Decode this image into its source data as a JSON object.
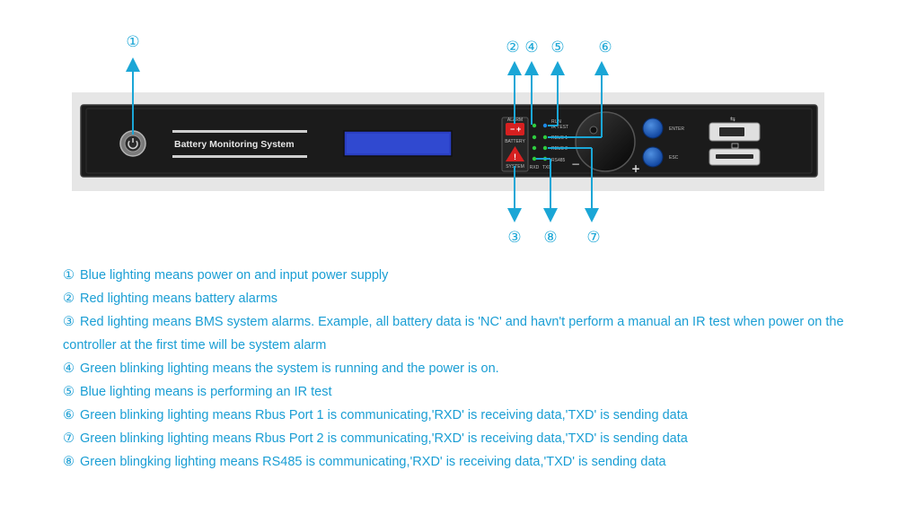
{
  "panel": {
    "title": "Battery Monitoring System",
    "alarm_label": "ALARM",
    "battery_label": "BATTERY",
    "system_label": "SYSTEM",
    "enter_label": "ENTER",
    "esc_label": "ESC",
    "rxd_label": "RXD",
    "txd_label": "TXD",
    "led_labels": [
      "RUN",
      "IR TEST",
      "RBUS 1",
      "RBUS 2",
      "RS485"
    ]
  },
  "callouts": [
    "①",
    "②",
    "④",
    "⑤",
    "⑥",
    "③",
    "⑧",
    "⑦"
  ],
  "legend": [
    {
      "marker": "①",
      "text": "Blue lighting means power on and input power supply"
    },
    {
      "marker": "②",
      "text": "Red lighting means battery alarms"
    },
    {
      "marker": "③",
      "text": "Red lighting means BMS system alarms. Example, all battery data is 'NC' and havn't perform a manual an IR test when power on the controller at the first time will be system alarm"
    },
    {
      "marker": "④",
      "text": "Green blinking lighting means the system is running and the power is on."
    },
    {
      "marker": "⑤",
      "text": "Blue lighting means is performing an IR test"
    },
    {
      "marker": "⑥",
      "text": "Green blinking lighting means Rbus Port 1 is communicating,'RXD' is receiving data,'TXD' is sending data"
    },
    {
      "marker": "⑦",
      "text": "Green blinking lighting means Rbus Port 2 is communicating,'RXD' is receiving data,'TXD' is sending data"
    },
    {
      "marker": "⑧",
      "text": "Green blingking lighting means RS485 is communicating,'RXD' is receiving data,'TXD' is sending data"
    }
  ],
  "colors": {
    "accent": "#1aa6d6",
    "panel_dark": "#1b1b1b",
    "button_blue": "#1565c0",
    "led_green": "#2ecc40",
    "alarm_red": "#d62020"
  }
}
